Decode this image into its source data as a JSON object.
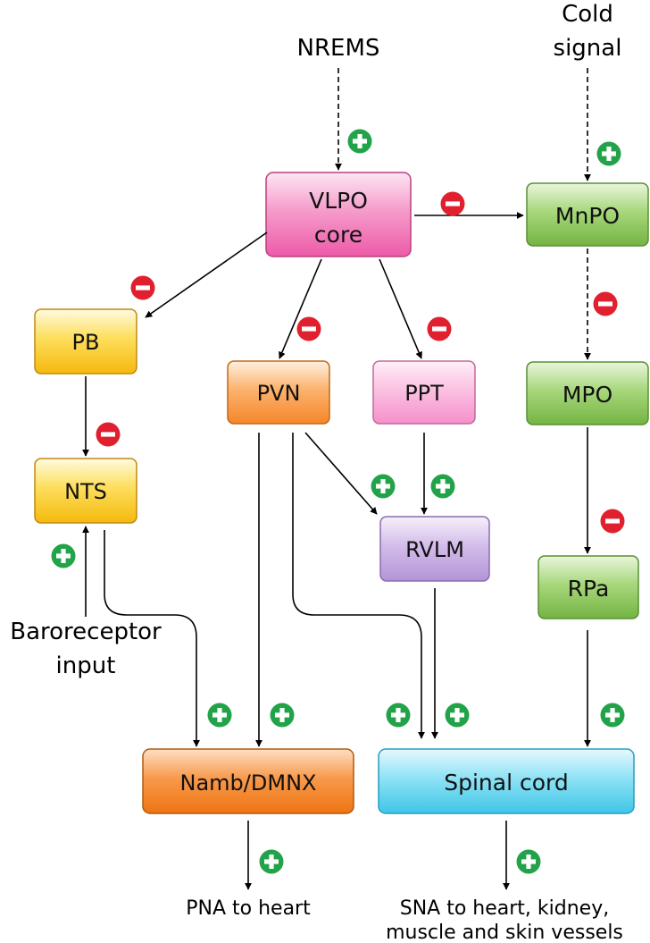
{
  "inputs": {
    "nrems": "NREMS",
    "cold_line1": "Cold",
    "cold_line2": "signal",
    "baro_line1": "Baroreceptor",
    "baro_line2": "input"
  },
  "nodes": {
    "vlpo_line1": "VLPO",
    "vlpo_line2": "core",
    "mnpo": "MnPO",
    "pb": "PB",
    "pvn": "PVN",
    "ppt": "PPT",
    "mpo": "MPO",
    "nts": "NTS",
    "rvlm": "RVLM",
    "rpa": "RPa",
    "namb": "Namb/DMNX",
    "spinal": "Spinal cord"
  },
  "outputs": {
    "pna": "PNA to heart",
    "sna_line1": "SNA to heart, kidney,",
    "sna_line2": "muscle and skin vessels"
  },
  "colors": {
    "vlpo": "#f277b8",
    "ppt": "#f9a8d8",
    "mnpo": "#8cc35a",
    "mpo": "#8cc35a",
    "rpa": "#8cc35a",
    "pb": "#f8c51e",
    "nts": "#f8c51e",
    "pvn": "#f8963a",
    "namb": "#f27d1f",
    "rvlm": "#c2a6de",
    "spinal": "#58d1ee",
    "excitatory_sign": "#22a34a",
    "inhibitory_sign": "#e0202e"
  }
}
